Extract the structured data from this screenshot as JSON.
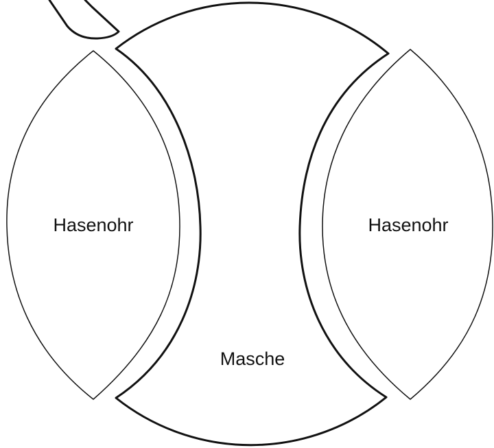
{
  "diagram": {
    "labels": {
      "left_ear": "Hasenohr",
      "right_ear": "Hasenohr",
      "center": "Masche"
    },
    "colors": {
      "stroke": "#111111",
      "background": "#ffffff"
    }
  }
}
